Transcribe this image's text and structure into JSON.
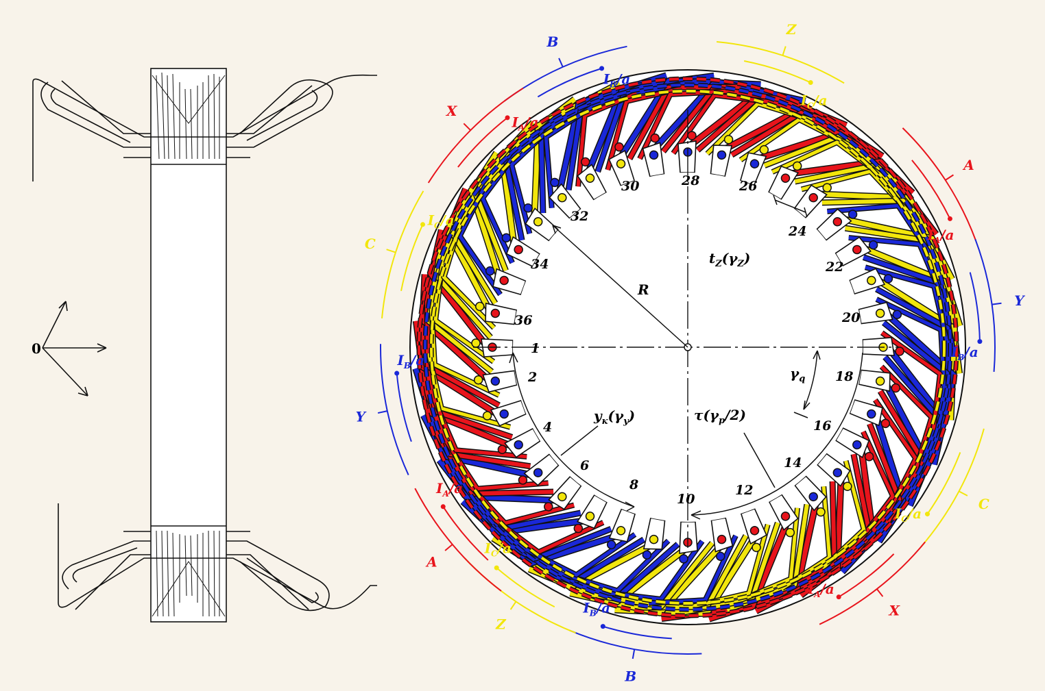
{
  "colors": {
    "background": "#f8f3ea",
    "phase_A": "#e8141c",
    "phase_B": "#1a28d8",
    "phase_C": "#f2e60c",
    "outline": "#111111"
  },
  "left_view": {
    "origin_label": "0"
  },
  "slots": {
    "count": 36,
    "labels": [
      "1",
      "2",
      "4",
      "6",
      "8",
      "10",
      "12",
      "14",
      "16",
      "18",
      "20",
      "22",
      "24",
      "26",
      "28",
      "30",
      "32",
      "34",
      "36"
    ]
  },
  "geometry_labels": {
    "radius": "R",
    "slot_pitch": "t",
    "slot_pitch_sub": "Z",
    "slot_pitch_angle": "(γ",
    "slot_pitch_angle_sub": "Z",
    "slot_pitch_close": ")",
    "coil_pitch": "y",
    "coil_pitch_sub": "к",
    "coil_pitch_angle": "(γ",
    "coil_pitch_angle_sub": "y",
    "coil_pitch_close": ")",
    "pole_pitch": "τ(γ",
    "pole_pitch_sub": "p",
    "pole_pitch_close": "/2)",
    "phase_zone": "γ",
    "phase_zone_sub": "q"
  },
  "phase_bands": [
    {
      "label": "B",
      "current": "I",
      "current_sub": "B",
      "current_tail": "/a",
      "color": "#1a28d8"
    },
    {
      "label": "Z",
      "current": "I",
      "current_sub": "C",
      "current_tail": "/a",
      "color": "#f2e60c"
    },
    {
      "label": "A",
      "current": "I",
      "current_sub": "A",
      "current_tail": "/a",
      "color": "#e8141c"
    },
    {
      "label": "Y",
      "current": "I",
      "current_sub": "B",
      "current_tail": "/a",
      "color": "#1a28d8"
    },
    {
      "label": "C",
      "current": "I",
      "current_sub": "C",
      "current_tail": "/a",
      "color": "#f2e60c"
    },
    {
      "label": "X",
      "current": "I",
      "current_sub": "A",
      "current_tail": "/a",
      "color": "#e8141c"
    },
    {
      "label": "B",
      "current": "I",
      "current_sub": "B",
      "current_tail": "/a",
      "color": "#1a28d8"
    },
    {
      "label": "Z",
      "current": "I",
      "current_sub": "C",
      "current_tail": "/a",
      "color": "#f2e60c"
    },
    {
      "label": "A",
      "current": "I",
      "current_sub": "A",
      "current_tail": "/a",
      "color": "#e8141c"
    },
    {
      "label": "Y",
      "current": "I",
      "current_sub": "B",
      "current_tail": "/a",
      "color": "#1a28d8"
    },
    {
      "label": "C",
      "current": "I",
      "current_sub": "C",
      "current_tail": "/a",
      "color": "#f2e60c"
    },
    {
      "label": "X",
      "current": "I",
      "current_sub": "A",
      "current_tail": "/a",
      "color": "#e8141c"
    }
  ]
}
